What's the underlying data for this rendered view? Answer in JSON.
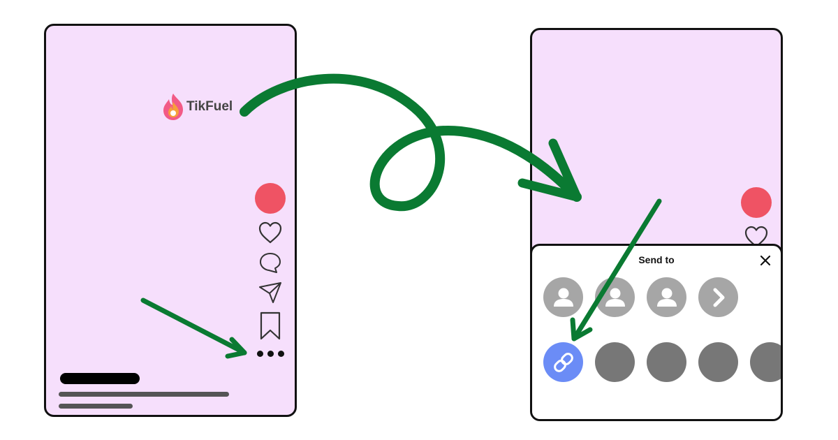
{
  "brand": {
    "name": "TikFuel",
    "colors": {
      "flame_primary": "#f25a86",
      "flame_secondary": "#f6a03b",
      "wordmark": "#444444"
    }
  },
  "screen_left": {
    "background": "#f6dffc",
    "action_rail": [
      "profile-avatar",
      "heart-icon",
      "comment-icon",
      "share-icon",
      "bookmark-icon",
      "more-dots-icon"
    ],
    "avatar_color": "#ef5364"
  },
  "screen_right": {
    "background": "#f6dffc",
    "share_sheet": {
      "title": "Send to",
      "close_icon": "close-icon",
      "contacts": [
        "person-icon",
        "person-icon",
        "person-icon"
      ],
      "more_icon": "chevron-right-icon",
      "apps": [
        "copy-link-icon",
        "app-placeholder",
        "app-placeholder",
        "app-placeholder",
        "app-placeholder"
      ],
      "copy_link_color": "#6b8cf6"
    }
  },
  "annotations": {
    "arrow_color": "#0a7a32"
  }
}
